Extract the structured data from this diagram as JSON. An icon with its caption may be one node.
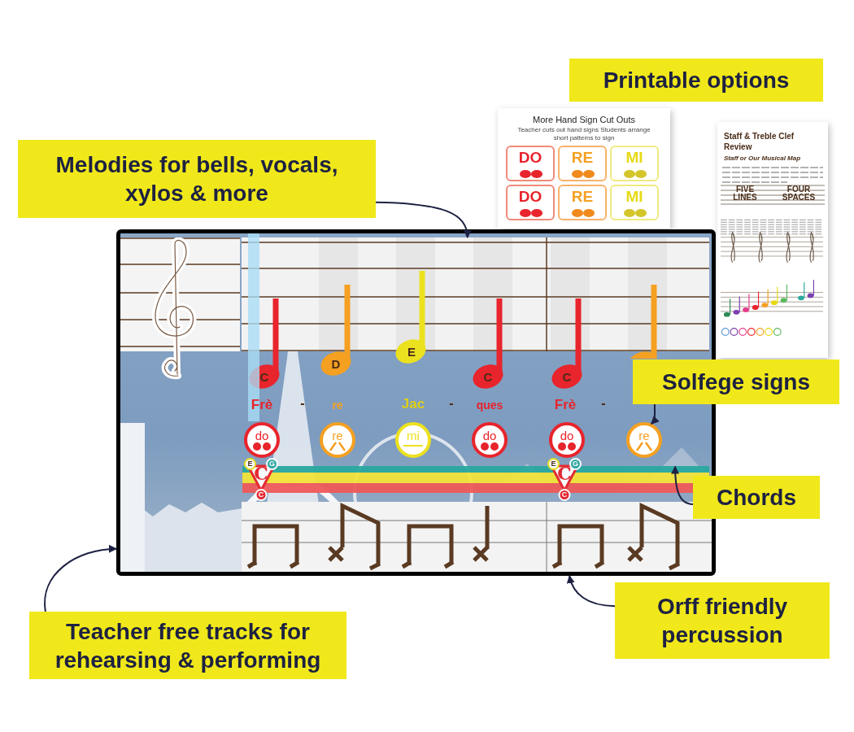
{
  "diagram": {
    "nodes": [
      {
        "text": [
          "Printable options"
        ]
      },
      {
        "text": [
          "More Hand Sign Cut Outs",
          "Teacher cuts out hand signs Students arrange short patterns to sign"
        ]
      },
      {
        "text": [
          "Staff & Treble Clef Review",
          "Staff or Our Musical Map"
        ]
      },
      {
        "text": [
          "Melodies for bells, vocals, xylos & more"
        ]
      },
      {
        "text": [],
        "shape": "picture"
      },
      {
        "text": [],
        "shape": "box",
        "in": 4
      },
      {
        "text": [],
        "shape": "bar",
        "in": 4
      },
      {
        "text": [
          "do"
        ],
        "in": 4
      },
      {
        "text": [
          "re"
        ],
        "in": 4
      },
      {
        "text": [
          "mi"
        ],
        "in": 4
      },
      {
        "text": [
          "do"
        ],
        "in": 4
      },
      {
        "text": [
          "do"
        ],
        "in": 4
      },
      {
        "text": [
          "re"
        ],
        "in": 4
      },
      {
        "text": [],
        "shape": "bar",
        "in": 4
      },
      {
        "text": [
          "E",
          "G",
          "C",
          "C"
        ],
        "in": 13
      },
      {
        "text": [
          "E",
          "G",
          "C",
          "C"
        ],
        "in": 13
      },
      {
        "text": [
          "Solfege signs"
        ]
      },
      {
        "text": [
          "Chords"
        ]
      },
      {
        "text": [
          "Orff friendly percussion"
        ]
      },
      {
        "text": [
          "Teacher free tracks for rehearsing & performing"
        ]
      }
    ],
    "edges": [
      {
        "from": 3,
        "to": 5,
        "arrow": "to"
      },
      {
        "from": 16,
        "to": 12,
        "arrow": "to"
      },
      {
        "from": 17,
        "to": 13,
        "arrow": "to"
      },
      {
        "from": 18,
        "to": 4,
        "arrow": "to"
      },
      {
        "from": 19,
        "to": 4,
        "arrow": "to"
      }
    ],
    "labels": [
      "C",
      "D",
      "E",
      "C",
      "C",
      "Frè",
      "-",
      "re",
      "Jac",
      "-",
      "ques",
      "Frè",
      "-",
      "DO",
      "RE",
      "MI",
      "DO",
      "RE",
      "MI",
      "FIVE LINES",
      "FOUR SPACES"
    ]
  }
}
